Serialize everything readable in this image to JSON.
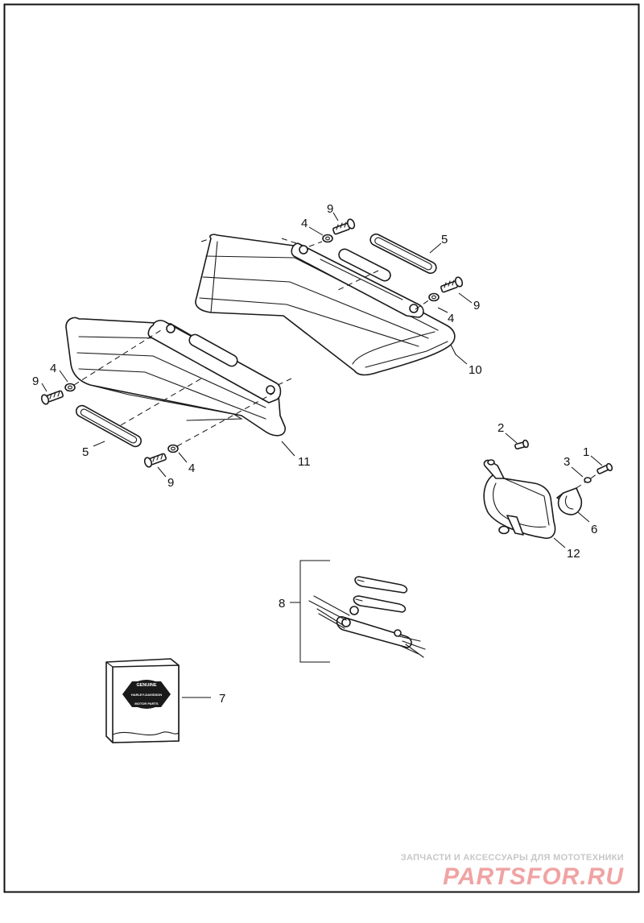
{
  "diagram": {
    "callouts": {
      "c1": "1",
      "c2": "2",
      "c3": "3",
      "c4a": "4",
      "c4b": "4",
      "c4c": "4",
      "c4d": "4",
      "c5a": "5",
      "c5b": "5",
      "c6": "6",
      "c7": "7",
      "c8": "8",
      "c9a": "9",
      "c9b": "9",
      "c9c": "9",
      "c9d": "9",
      "c10": "10",
      "c11": "11",
      "c12": "12"
    },
    "manual_box": {
      "badge_line1": "GENUINE",
      "badge_line2": "HARLEY-DAVIDSON",
      "badge_line3": "MOTOR PARTS"
    }
  },
  "watermark": {
    "tagline": "ЗАПЧАСТИ И АКСЕССУАРЫ ДЛЯ МОТОТЕХНИКИ",
    "brand": "PARTSFOR.RU",
    "color": "#f0a3a3"
  }
}
